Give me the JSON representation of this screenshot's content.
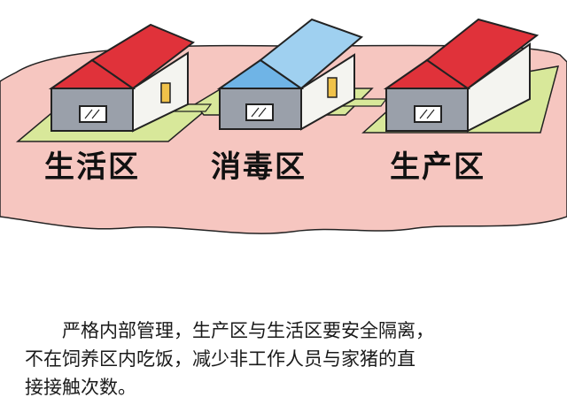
{
  "zones": [
    {
      "label": "生活区",
      "roof_color": "#e0323a"
    },
    {
      "label": "消毒区",
      "roof_color": "#6fb4e6"
    },
    {
      "label": "生产区",
      "roof_color": "#e0323a"
    }
  ],
  "caption": {
    "line1": "严格内部管理，生产区与生活区要安全隔离，",
    "line2": "不在饲养区内吃饭，减少非工作人员与家猪的直",
    "line3": "接接触次数。"
  },
  "colors": {
    "ground": "#f6c6c0",
    "lawn": "#d8e89a",
    "wall_front": "#9aa0aa",
    "wall_side": "#f4f4f0"
  }
}
